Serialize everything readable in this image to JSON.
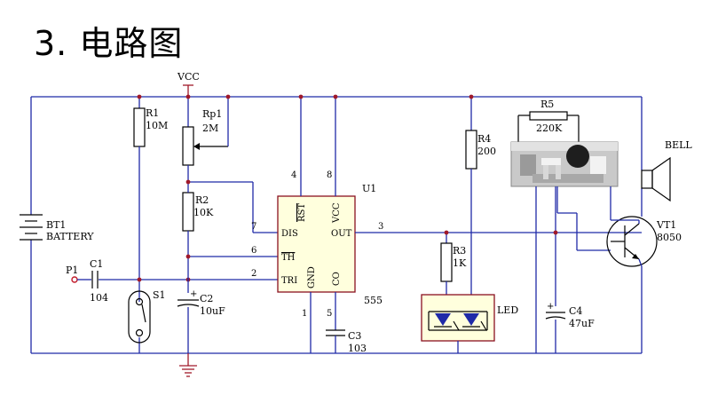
{
  "title": "3. 电路图",
  "labels": {
    "vcc": "VCC",
    "r1_name": "R1",
    "r1_value": "10M",
    "rp1_name": "Rp1",
    "rp1_value": "2M",
    "r2_name": "R2",
    "r2_value": "10K",
    "bt1_name": "BT1",
    "bt1_value": "BATTERY",
    "p1": "P1",
    "c1_name": "C1",
    "c1_value": "104",
    "s1": "S1",
    "c2_name": "C2",
    "c2_value": "10uF",
    "ic_name": "U1",
    "ic_part": "555",
    "pin_rst": "RST",
    "pin_vcc": "VCC",
    "pin_dis": "DIS",
    "pin_out": "OUT",
    "pin_th": "TH",
    "pin_tri": "TRI",
    "pin_gnd": "GND",
    "pin_co": "CO",
    "pin4": "4",
    "pin8": "8",
    "pin7": "7",
    "pin6": "6",
    "pin2": "2",
    "pin3": "3",
    "pin1": "1",
    "pin5": "5",
    "c3_name": "C3",
    "c3_value": "103",
    "r4_name": "R4",
    "r4_value": "200",
    "r3_name": "R3",
    "r3_value": "1K",
    "led": "LED",
    "r5_name": "R5",
    "r5_value": "220K",
    "c4_name": "C4",
    "c4_value": "47uF",
    "vt1_name": "VT1",
    "vt1_value": "8050",
    "bell": "BELL"
  }
}
